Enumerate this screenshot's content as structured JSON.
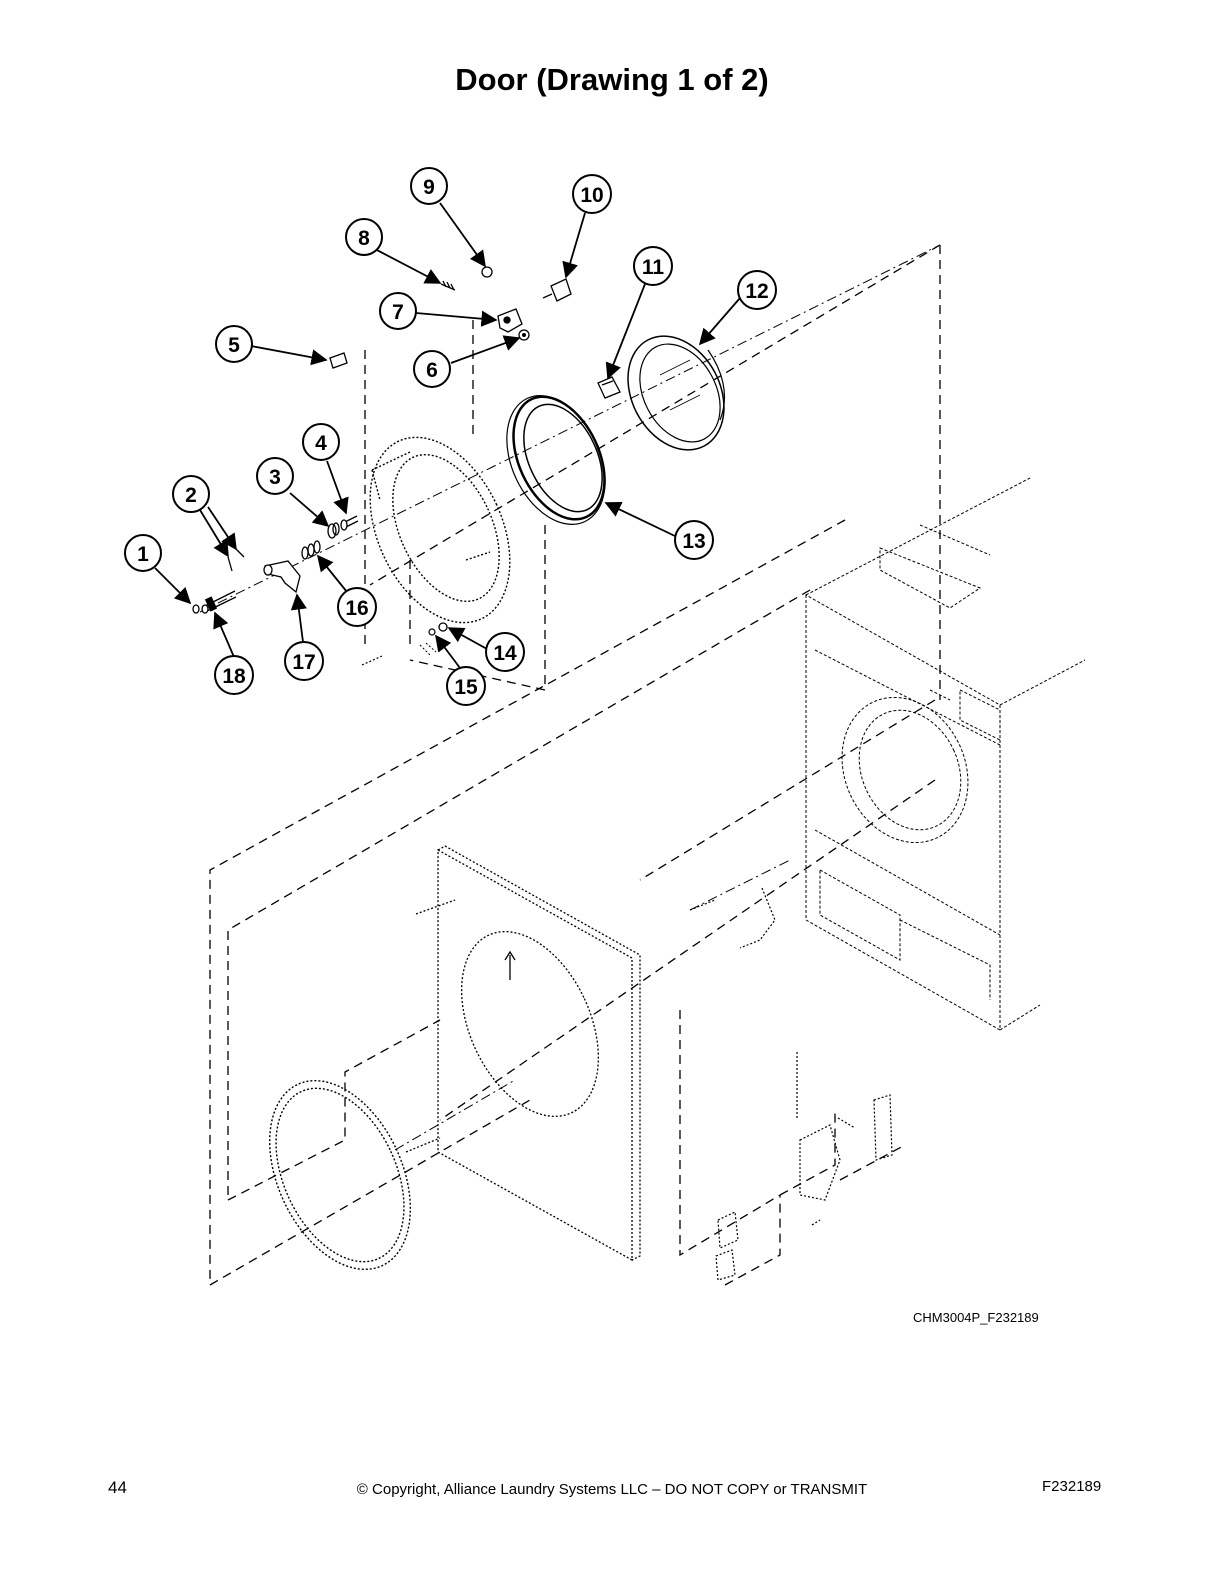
{
  "page": {
    "title": "Door (Drawing 1 of 2)",
    "drawing_code": "CHM3004P_F232189",
    "page_number": "44",
    "copyright": "© Copyright, Alliance Laundry Systems LLC – DO NOT COPY or TRANSMIT",
    "doc_code": "F232189"
  },
  "callouts": [
    "1",
    "2",
    "3",
    "4",
    "5",
    "6",
    "7",
    "8",
    "9",
    "10",
    "11",
    "12",
    "13",
    "14",
    "15",
    "16",
    "17",
    "18"
  ]
}
